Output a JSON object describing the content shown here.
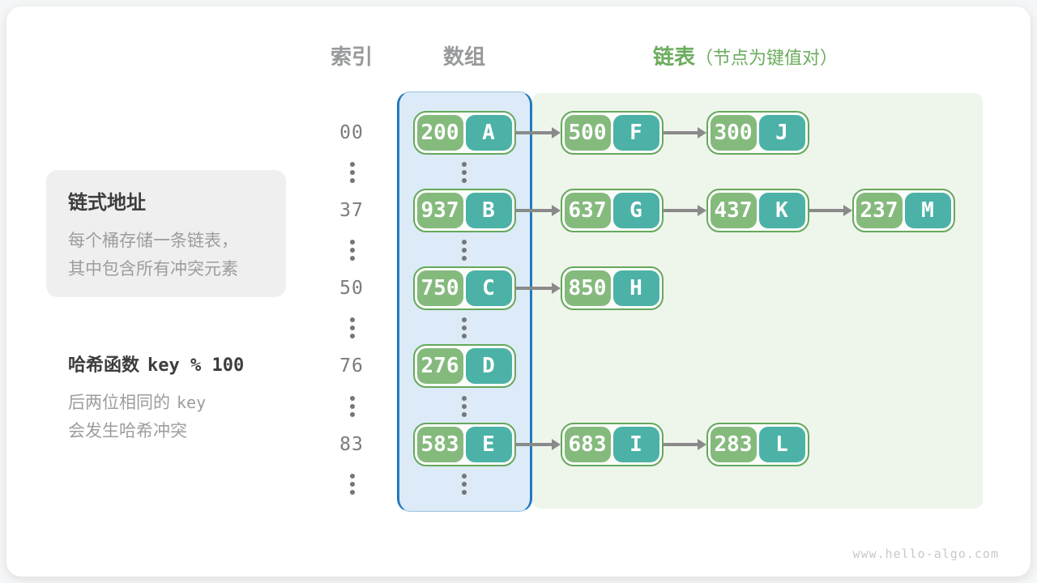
{
  "page": {
    "watermark": "www.hello-algo.com"
  },
  "headers": {
    "index": "索引",
    "array": "数组",
    "list": "链表",
    "list_note": "（节点为键值对）"
  },
  "note_box": {
    "title": "链式地址",
    "lines": [
      "每个桶存储一条链表，",
      "其中包含所有冲突元素"
    ]
  },
  "hash_note": {
    "title_text": "哈希函数",
    "title_code": "key % 100",
    "line1_text": "后两位相同的",
    "line1_code": "key",
    "line2": "会发生哈希冲突"
  },
  "diagram": {
    "rows": [
      {
        "index": "00",
        "bucket": {
          "key": "200",
          "value": "A"
        },
        "chain": [
          {
            "key": "500",
            "value": "F"
          },
          {
            "key": "300",
            "value": "J"
          }
        ]
      },
      {
        "index": "37",
        "bucket": {
          "key": "937",
          "value": "B"
        },
        "chain": [
          {
            "key": "637",
            "value": "G"
          },
          {
            "key": "437",
            "value": "K"
          },
          {
            "key": "237",
            "value": "M"
          }
        ]
      },
      {
        "index": "50",
        "bucket": {
          "key": "750",
          "value": "C"
        },
        "chain": [
          {
            "key": "850",
            "value": "H"
          }
        ]
      },
      {
        "index": "76",
        "bucket": {
          "key": "276",
          "value": "D"
        },
        "chain": []
      },
      {
        "index": "83",
        "bucket": {
          "key": "583",
          "value": "E"
        },
        "chain": [
          {
            "key": "683",
            "value": "I"
          },
          {
            "key": "283",
            "value": "L"
          }
        ]
      }
    ]
  },
  "colors": {
    "key_green": "#85ba7d",
    "value_teal": "#4cb2a7",
    "node_border": "#65a85c",
    "array_fill": "#dcebf7",
    "array_border": "#2279be",
    "list_fill": "#eef5eb",
    "arrow_gray": "#8a8a8a",
    "accent_green_text": "#6cac5e"
  }
}
